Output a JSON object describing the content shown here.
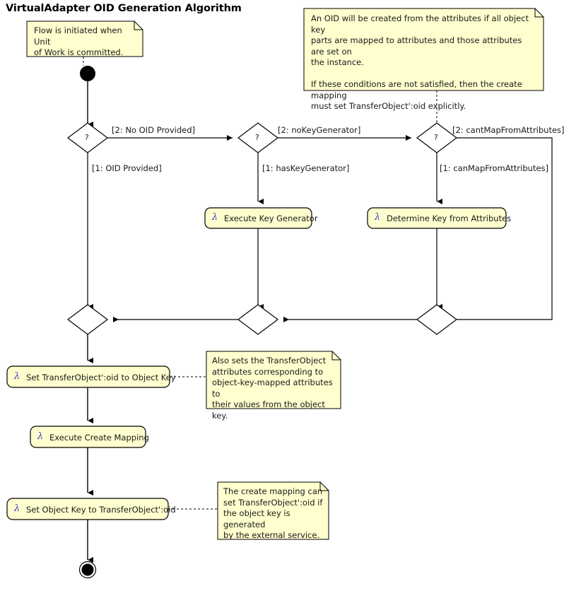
{
  "diagram": {
    "title": "VirtualAdapter OID Generation Algorithm",
    "type": "uml-activity-diagram",
    "colors": {
      "note_fill": "#FEFECE",
      "note_border": "#000000",
      "activity_fill": "#FEFECE",
      "activity_border": "#000000",
      "lambda_color": "#3b3bc4",
      "line_color": "#000000",
      "page_background": "#FFFFFF"
    },
    "notes": [
      {
        "id": "note-start",
        "text": "Flow is initiated when Unit\nof Work is committed."
      },
      {
        "id": "note-oid-attributes",
        "text": "An OID will be created from the attributes if all object key\nparts are mapped to attributes and those attributes are set on\nthe instance.\n\nIf these conditions are not satisfied, then the create mapping\nmust set TransferObject':oid explicitly."
      },
      {
        "id": "note-also-sets",
        "text": "Also sets the TransferObject\nattributes corresponding to\nobject-key-mapped attributes to\ntheir values from the object key."
      },
      {
        "id": "note-create-mapping",
        "text": "The create mapping can\nset TransferObject':oid if\nthe object key is generated\nby the external service."
      }
    ],
    "decisions": [
      {
        "id": "decision-oid-provided",
        "glyph": "?"
      },
      {
        "id": "decision-key-generator",
        "glyph": "?"
      },
      {
        "id": "decision-map-from-attributes",
        "glyph": "?"
      }
    ],
    "activities": [
      {
        "id": "activity-execute-key-generator",
        "lambda": "λ",
        "label": "Execute Key Generator"
      },
      {
        "id": "activity-determine-key-from-attributes",
        "lambda": "λ",
        "label": "Determine Key from Attributes"
      },
      {
        "id": "activity-set-oid-to-object-key",
        "lambda": "λ",
        "label": "Set TransferObject':oid to Object Key"
      },
      {
        "id": "activity-execute-create-mapping",
        "lambda": "λ",
        "label": "Execute Create Mapping"
      },
      {
        "id": "activity-set-object-key-to-oid",
        "lambda": "λ",
        "label": "Set Object Key to TransferObject':oid"
      }
    ],
    "edge_labels": [
      {
        "id": "edge-no-oid-provided",
        "text": "[2: No OID Provided]"
      },
      {
        "id": "edge-oid-provided",
        "text": "[1: OID Provided]"
      },
      {
        "id": "edge-no-key-generator",
        "text": "[2: noKeyGenerator]"
      },
      {
        "id": "edge-has-key-generator",
        "text": "[1: hasKeyGenerator]"
      },
      {
        "id": "edge-cant-map-from-attributes",
        "text": "[2: cantMapFromAttributes]"
      },
      {
        "id": "edge-can-map-from-attributes",
        "text": "[1: canMapFromAttributes]"
      }
    ],
    "nodes": {
      "start": "initial-node",
      "end": "final-node",
      "merges": [
        "merge-left",
        "merge-middle",
        "merge-right"
      ]
    }
  }
}
